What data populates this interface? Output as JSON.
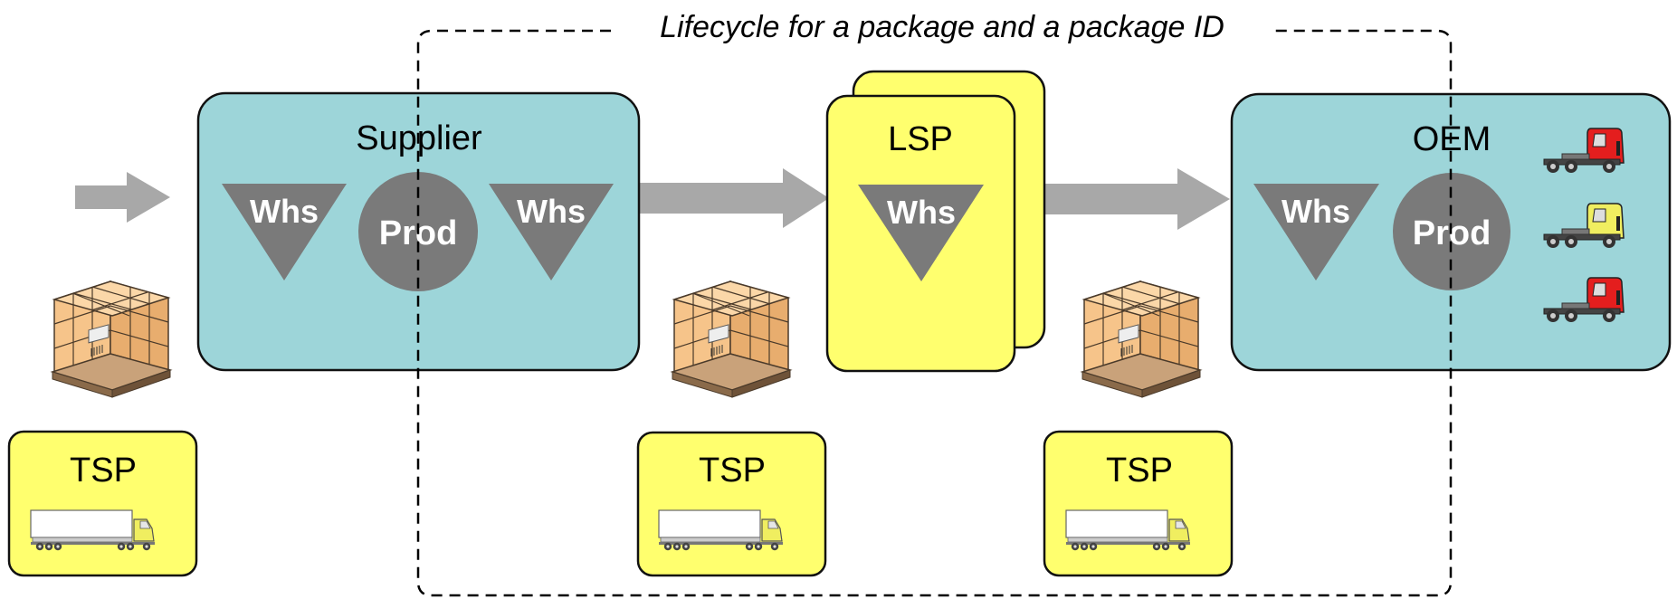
{
  "lifecycle": {
    "label": "Lifecycle for a package and a package ID"
  },
  "supplier": {
    "label": "Supplier",
    "whs_in": "Whs",
    "prod": "Prod",
    "whs_out": "Whs"
  },
  "lsp": {
    "label": "LSP",
    "whs": "Whs"
  },
  "oem": {
    "label": "OEM",
    "whs": "Whs",
    "prod": "Prod",
    "truck_colors": [
      "#e41e1e",
      "#f0ee60",
      "#e41e1e"
    ]
  },
  "tsp": [
    {
      "label": "TSP"
    },
    {
      "label": "TSP"
    },
    {
      "label": "TSP"
    }
  ],
  "colors": {
    "teal": "#9dd5d9",
    "yellow": "#ffff6e",
    "gray": "#7a7a7a",
    "arrow": "#a8a8a8",
    "box": "#f6c48a"
  }
}
